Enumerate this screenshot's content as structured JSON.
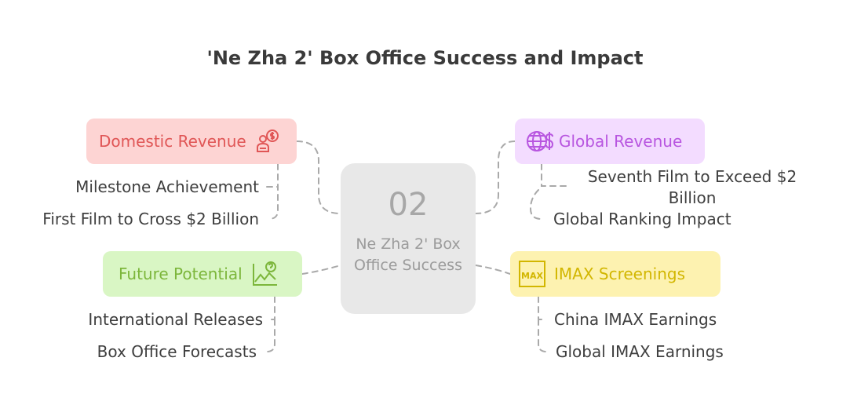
{
  "title": "'Ne Zha 2' Box Office Success and Impact",
  "center": {
    "number": "02",
    "label": "Ne Zha 2' Box Office Success"
  },
  "branches": {
    "domestic": {
      "label": "Domestic Revenue",
      "icon": "money-person-icon",
      "color": "#e05656",
      "bg": "#fdd4d3",
      "items": [
        "Milestone Achievement",
        "First Film to Cross $2 Billion"
      ]
    },
    "global": {
      "label": "Global Revenue",
      "icon": "globe-dollar-icon",
      "color": "#b856e0",
      "bg": "#f3dcff",
      "items": [
        "Seventh Film to Exceed $2 Billion",
        "Global Ranking Impact"
      ]
    },
    "future": {
      "label": "Future Potential",
      "icon": "chart-question-icon",
      "color": "#7cb63b",
      "bg": "#d9f6c4",
      "items": [
        "International Releases",
        "Box Office Forecasts"
      ]
    },
    "imax": {
      "label": "IMAX Screenings",
      "icon": "imax-icon",
      "icon_text": "MAX",
      "color": "#d2b600",
      "bg": "#fdf2b0",
      "items": [
        "China IMAX Earnings",
        "Global IMAX Earnings"
      ]
    }
  }
}
